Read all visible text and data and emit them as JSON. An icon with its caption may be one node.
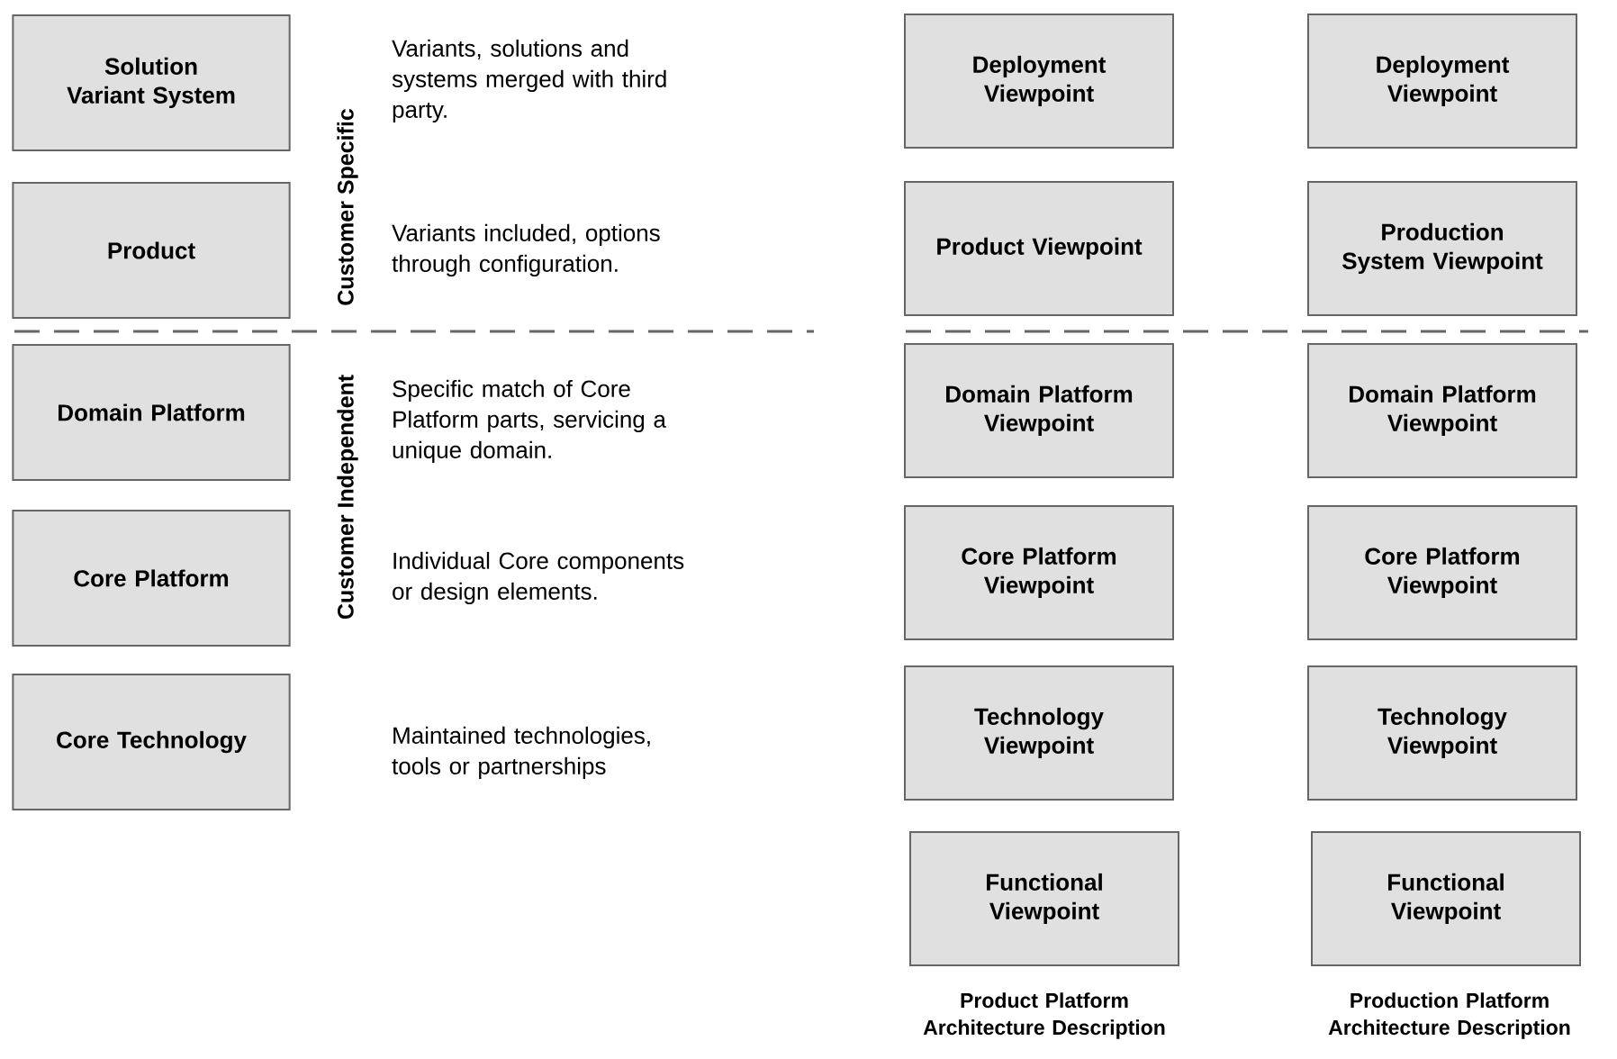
{
  "diagram": {
    "nodes": [
      {
        "text": [
          "Solution Variant System"
        ]
      },
      {
        "text": [
          "Product"
        ]
      },
      {
        "text": [
          "Domain Platform"
        ]
      },
      {
        "text": [
          "Core Platform"
        ]
      },
      {
        "text": [
          "Core Technology"
        ]
      },
      {
        "text": [
          "Deployment Viewpoint"
        ]
      },
      {
        "text": [
          "Product Viewpoint"
        ]
      },
      {
        "text": [
          "Domain Platform Viewpoint"
        ]
      },
      {
        "text": [
          "Core Platform Viewpoint"
        ]
      },
      {
        "text": [
          "Technology Viewpoint"
        ]
      },
      {
        "text": [
          "Functional Viewpoint"
        ]
      },
      {
        "text": [
          "Deployment Viewpoint"
        ]
      },
      {
        "text": [
          "Production System Viewpoint"
        ]
      },
      {
        "text": [
          "Domain Platform Viewpoint"
        ]
      },
      {
        "text": [
          "Core Platform Viewpoint"
        ]
      },
      {
        "text": [
          "Technology Viewpoint"
        ]
      },
      {
        "text": [
          "Functional Viewpoint"
        ]
      }
    ],
    "labels": [
      "Variants, solutions and systems merged with third party.",
      "Customer Specific",
      "Variants included, options through configuration.",
      "Specific match of Core Platform parts, servicing a unique domain.",
      "Customer Independent",
      "Individual Core components or design elements.",
      "Maintained technologies, tools or partnerships",
      "Product Platform Architecture Description",
      "Production Platform Architecture Description"
    ]
  }
}
